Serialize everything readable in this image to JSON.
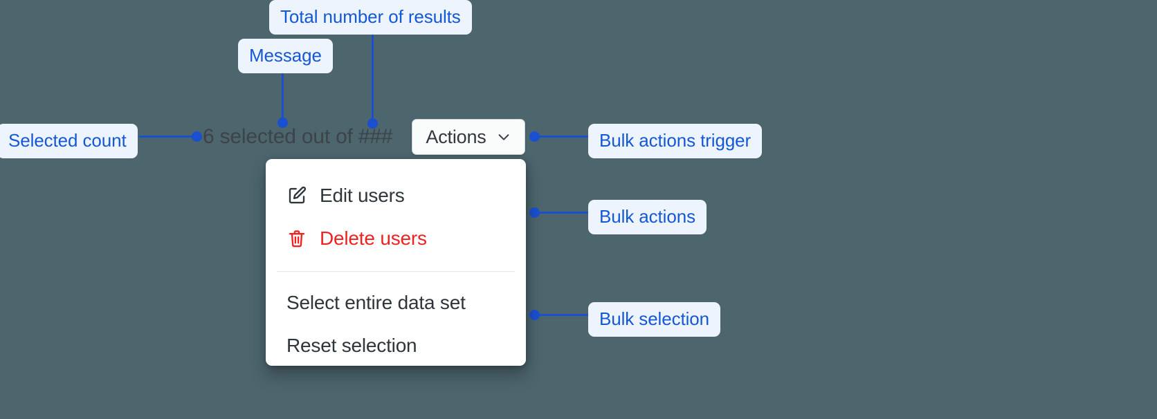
{
  "canvas": {
    "background_color": "#4d656d",
    "accent_color": "#1a4fd0",
    "annotation_bg_color": "#eef4fe",
    "danger_color": "#ef2222"
  },
  "status": {
    "text": "6 selected out of ###",
    "selected_count": "6",
    "total_placeholder": "###"
  },
  "trigger": {
    "label": "Actions",
    "icon": "chevron-down-icon"
  },
  "menu": {
    "actions": [
      {
        "label": "Edit users",
        "icon": "edit-pencil-square-icon",
        "tone": "default"
      },
      {
        "label": "Delete users",
        "icon": "trash-icon",
        "tone": "danger"
      }
    ],
    "selection": [
      {
        "label": "Select entire data set",
        "icon": "",
        "tone": "default"
      },
      {
        "label": "Reset selection",
        "icon": "",
        "tone": "default"
      }
    ]
  },
  "annotations": [
    {
      "id": "total-results",
      "label": "Total number of results"
    },
    {
      "id": "message",
      "label": "Message"
    },
    {
      "id": "selected-count",
      "label": "Selected count"
    },
    {
      "id": "bulk-actions-trigger",
      "label": "Bulk actions trigger"
    },
    {
      "id": "bulk-actions",
      "label": "Bulk actions"
    },
    {
      "id": "bulk-selection",
      "label": "Bulk selection"
    }
  ]
}
